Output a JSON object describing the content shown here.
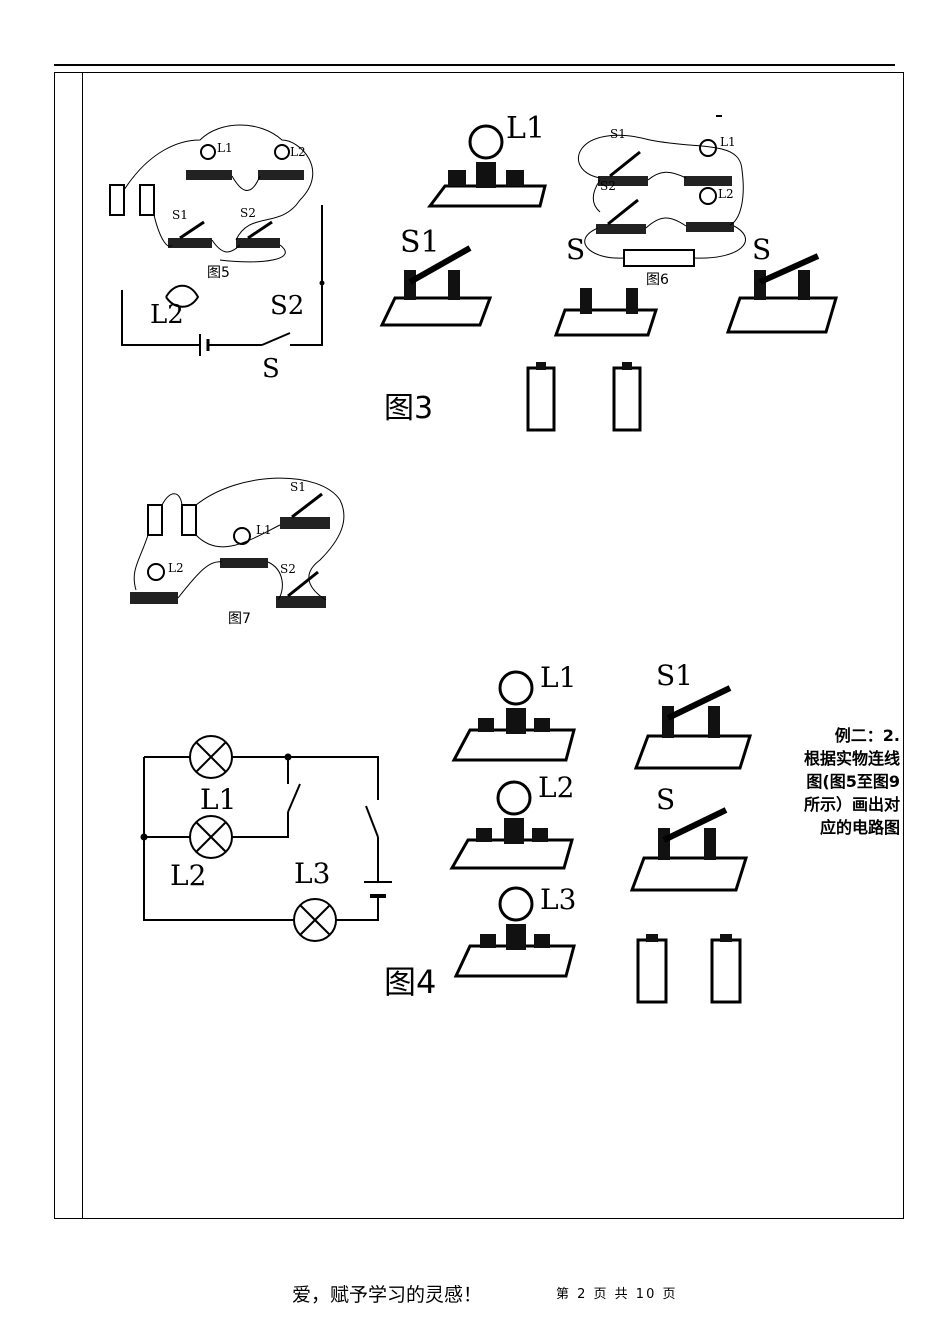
{
  "figures": {
    "fig3": {
      "caption": "图3",
      "labels": [
        "L1",
        "S1",
        "S",
        "S",
        "S"
      ]
    },
    "fig4": {
      "caption": "图4",
      "schematic_labels": [
        "L1",
        "L2",
        "L3"
      ],
      "device_labels": [
        "L1",
        "L2",
        "L3",
        "S1",
        "S"
      ]
    },
    "fig5": {
      "caption": "图5",
      "labels": [
        "L1",
        "L2",
        "S1",
        "S2"
      ],
      "schematic_labels": [
        "L2",
        "S2",
        "S"
      ]
    },
    "fig6": {
      "caption": "图6",
      "labels": [
        "S1",
        "L1",
        "S2",
        "L2"
      ]
    },
    "fig7": {
      "caption": "图7",
      "labels": [
        "S1",
        "L1",
        "L2",
        "S2"
      ]
    }
  },
  "example_note": {
    "lines": [
      "例二：2.",
      "根据实物连线",
      "图(图5至图9",
      "所示）画出对",
      "应的电路图"
    ]
  },
  "footer": {
    "slogan": "爱，赋予学习的灵感！",
    "page_info": "第 2 页 共 10 页"
  }
}
